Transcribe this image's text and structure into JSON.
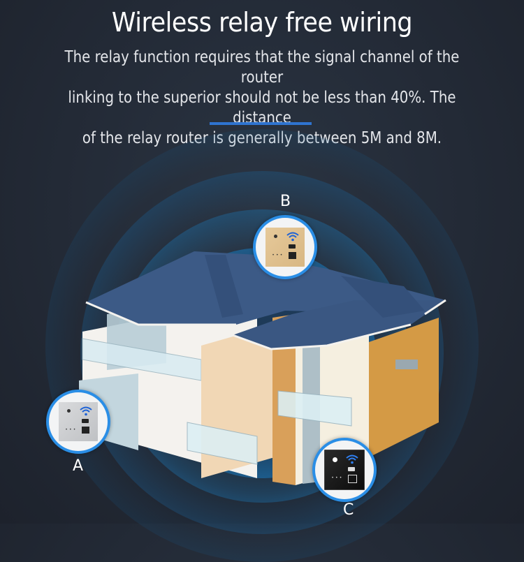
{
  "header": {
    "title": "Wireless relay free wiring",
    "description_lines": [
      "The relay function requires that the signal channel of the router",
      "linking to the superior should not be less than 40%. The distance",
      "of the relay router is generally between 5M and 8M."
    ],
    "accent_color": "#2f74d0"
  },
  "illustration": {
    "ring_color": "#1e7ec0",
    "badge_border_color": "#2a8ee6",
    "devices": [
      {
        "label": "A",
        "finish": "silver",
        "icon": "wifi-icon"
      },
      {
        "label": "B",
        "finish": "gold",
        "icon": "wifi-icon"
      },
      {
        "label": "C",
        "finish": "black",
        "icon": "wifi-icon"
      }
    ],
    "panel_dots": "• • •"
  }
}
